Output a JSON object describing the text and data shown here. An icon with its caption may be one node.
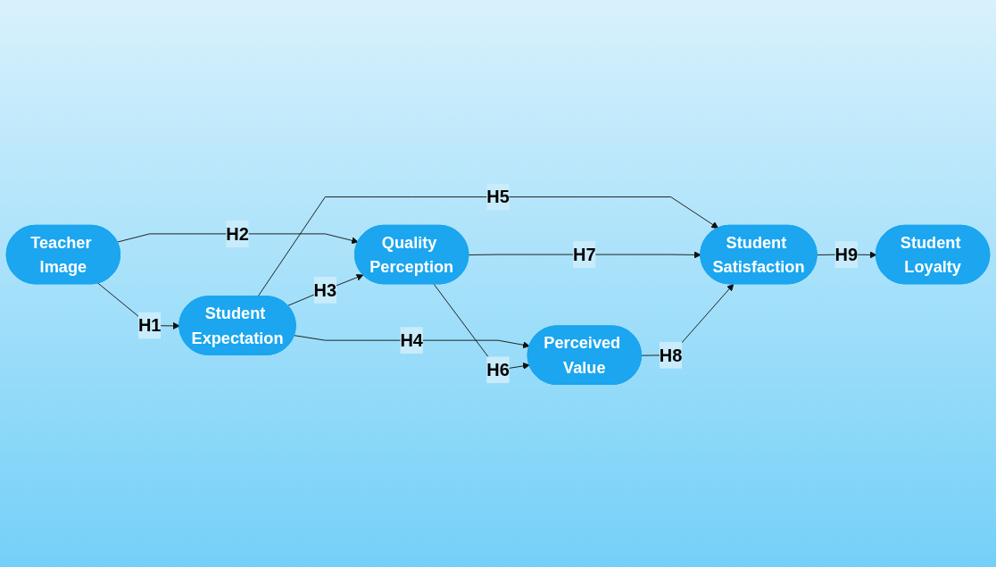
{
  "diagram": {
    "nodes": [
      {
        "text": [
          "Teacher Image"
        ]
      },
      {
        "text": [
          "Student Expectation"
        ]
      },
      {
        "text": [
          "Perceived Value"
        ]
      },
      {
        "text": [
          "Quality Perception"
        ]
      },
      {
        "text": [
          "Student Satisfaction"
        ]
      },
      {
        "text": [
          "Student Loyalty"
        ]
      }
    ],
    "edges": [
      {
        "from": 0,
        "to": 1,
        "arrow": "to",
        "label": "H1"
      },
      {
        "from": 0,
        "to": 3,
        "arrow": "to",
        "label": "H2"
      },
      {
        "from": 1,
        "to": 3,
        "arrow": "to",
        "label": "H3"
      },
      {
        "from": 1,
        "to": 2,
        "arrow": "to",
        "label": "H4"
      },
      {
        "from": 1,
        "to": 4,
        "arrow": "to",
        "label": "H5"
      },
      {
        "from": 3,
        "to": 2,
        "arrow": "to",
        "label": "H6"
      },
      {
        "from": 3,
        "to": 4,
        "arrow": "to",
        "label": "H7"
      },
      {
        "from": 2,
        "to": 4,
        "arrow": "to",
        "label": "H8"
      },
      {
        "from": 4,
        "to": 5,
        "arrow": "to",
        "label": "H9"
      }
    ]
  }
}
